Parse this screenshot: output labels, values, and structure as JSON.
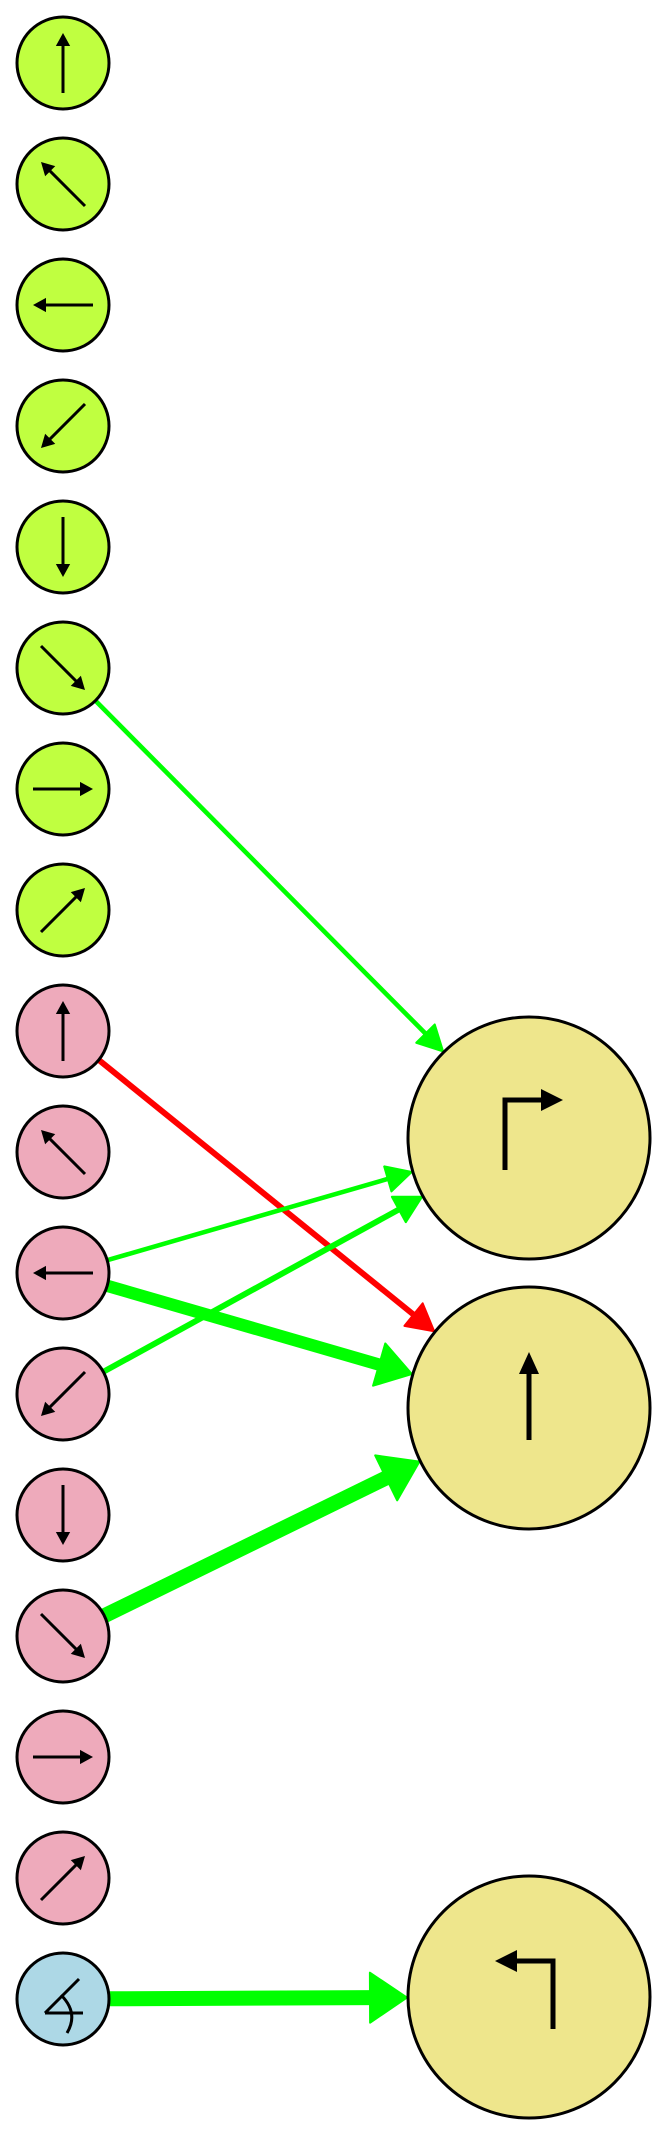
{
  "colors": {
    "background": "#ffffff",
    "input_group_a": "#c0ff40",
    "input_group_b": "#eeaabb",
    "input_group_c": "#add8e6",
    "output": "#eee68c",
    "stroke": "#000000",
    "edge_positive": "#00ff00",
    "edge_negative": "#ff0000"
  },
  "input_nodes": [
    {
      "id": "a-up",
      "group": "a",
      "glyph": "up"
    },
    {
      "id": "a-up-left",
      "group": "a",
      "glyph": "up-left"
    },
    {
      "id": "a-left",
      "group": "a",
      "glyph": "left"
    },
    {
      "id": "a-down-left",
      "group": "a",
      "glyph": "down-left"
    },
    {
      "id": "a-down",
      "group": "a",
      "glyph": "down"
    },
    {
      "id": "a-down-right",
      "group": "a",
      "glyph": "down-right"
    },
    {
      "id": "a-right",
      "group": "a",
      "glyph": "right"
    },
    {
      "id": "a-up-right",
      "group": "a",
      "glyph": "up-right"
    },
    {
      "id": "b-up",
      "group": "b",
      "glyph": "up"
    },
    {
      "id": "b-up-left",
      "group": "b",
      "glyph": "up-left"
    },
    {
      "id": "b-left",
      "group": "b",
      "glyph": "left"
    },
    {
      "id": "b-down-left",
      "group": "b",
      "glyph": "down-left"
    },
    {
      "id": "b-down",
      "group": "b",
      "glyph": "down"
    },
    {
      "id": "b-down-right",
      "group": "b",
      "glyph": "down-right"
    },
    {
      "id": "b-right",
      "group": "b",
      "glyph": "right"
    },
    {
      "id": "b-up-right",
      "group": "b",
      "glyph": "up-right"
    },
    {
      "id": "c-angle",
      "group": "c",
      "glyph": "angle"
    }
  ],
  "output_nodes": [
    {
      "id": "out-turn-right",
      "glyph": "turn-right"
    },
    {
      "id": "out-forward",
      "glyph": "forward"
    },
    {
      "id": "out-turn-left",
      "glyph": "turn-left"
    }
  ],
  "edges": [
    {
      "from": "a-down-right",
      "to": "out-turn-right",
      "sign": "positive",
      "weight": 1
    },
    {
      "from": "b-up",
      "to": "out-forward",
      "sign": "negative",
      "weight": 1.5
    },
    {
      "from": "b-left",
      "to": "out-turn-right",
      "sign": "positive",
      "weight": 1
    },
    {
      "from": "b-left",
      "to": "out-forward",
      "sign": "positive",
      "weight": 4
    },
    {
      "from": "b-down-left",
      "to": "out-turn-right",
      "sign": "positive",
      "weight": 1.5
    },
    {
      "from": "b-down-right",
      "to": "out-forward",
      "sign": "positive",
      "weight": 5
    },
    {
      "from": "c-angle",
      "to": "out-turn-left",
      "sign": "positive",
      "weight": 5
    }
  ]
}
